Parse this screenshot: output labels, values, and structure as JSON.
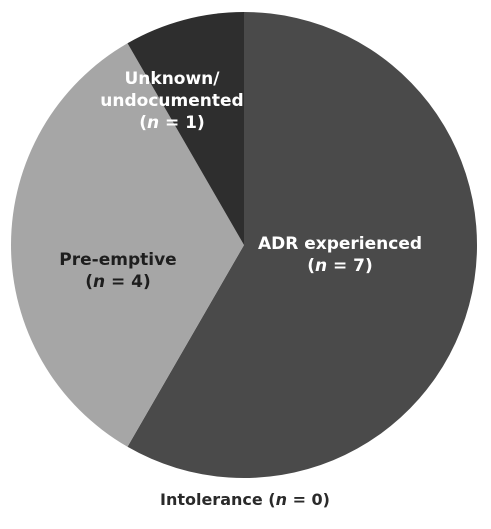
{
  "chart_data": {
    "type": "pie",
    "start_angle_deg": 0,
    "direction": "clockwise",
    "slices": [
      {
        "category": "ADR experienced",
        "value": 7,
        "label_lines": [
          "ADR experienced"
        ],
        "n_text": "7",
        "color": "#4a4a4a",
        "label_color": "#ffffff"
      },
      {
        "category": "Pre-emptive",
        "value": 4,
        "label_lines": [
          "Pre-emptive"
        ],
        "n_text": "4",
        "color": "#a6a6a6",
        "label_color": "#1e1e1e"
      },
      {
        "category": "Unknown/ undocumented",
        "value": 1,
        "label_lines": [
          "Unknown/",
          "undocumented"
        ],
        "n_text": "1",
        "color": "#2e2e2e",
        "label_color": "#ffffff"
      },
      {
        "category": "Intolerance",
        "value": 0,
        "label_lines": [
          "Intolerance"
        ],
        "n_text": "0",
        "color": "#6a6a6a",
        "label_color": "#2a2a2a"
      }
    ],
    "n_symbol": "n",
    "equals": " = ",
    "legend": "none"
  }
}
